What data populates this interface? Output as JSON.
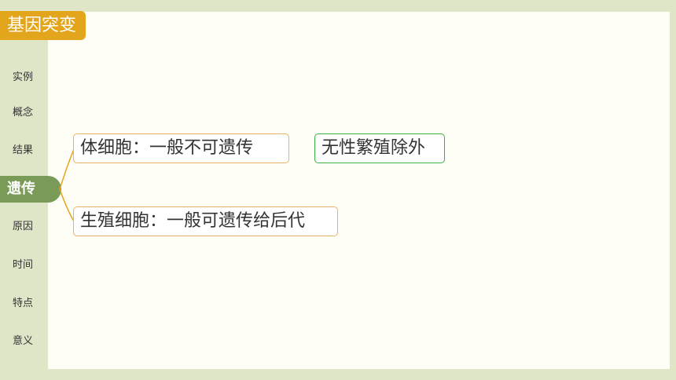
{
  "title": "基因突变",
  "nav": {
    "items": [
      "实例",
      "概念",
      "结果",
      "原因",
      "时间",
      "特点",
      "意义"
    ],
    "active": "遗传"
  },
  "branches": {
    "somatic": "体细胞：一般不可遗传",
    "asexual_note": "无性繁殖除外",
    "germline": "生殖细胞：一般可遗传给后代"
  },
  "colors": {
    "accent": "#e3a51b",
    "active_nav": "#7a9a58",
    "border_orange": "#e8b26a",
    "border_green": "#3cb043"
  }
}
